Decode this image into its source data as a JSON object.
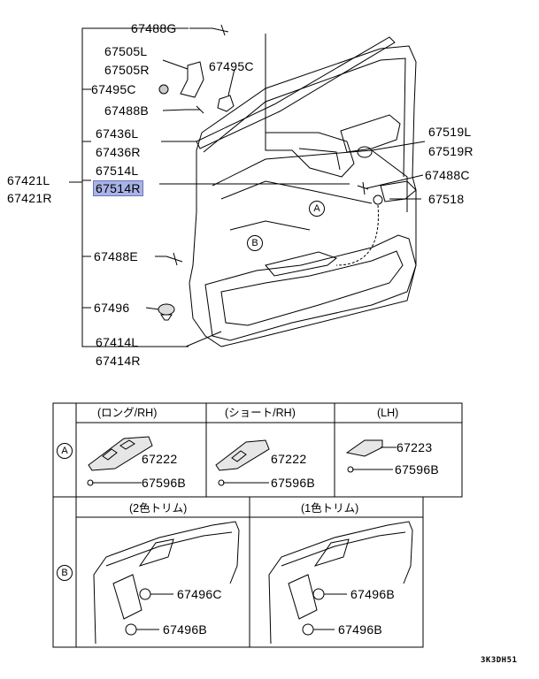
{
  "main": {
    "parent_part": [
      "67421L",
      "67421R"
    ],
    "labels": {
      "p67488G": "67488G",
      "p67505L": "67505L",
      "p67505R": "67505R",
      "p67495C": "67495C",
      "p67495C_b": "67495C",
      "p67488B": "67488B",
      "p67436L": "67436L",
      "p67436R": "67436R",
      "p67514L": "67514L",
      "p67514R": "67514R",
      "p67519L": "67519L",
      "p67519R": "67519R",
      "p67488C": "67488C",
      "p67518": "67518",
      "p67488E": "67488E",
      "p67496": "67496",
      "p67414L": "67414L",
      "p67414R": "67414R"
    },
    "callouts": {
      "a": "A",
      "b": "B"
    }
  },
  "table_a": {
    "row_marker": "A",
    "columns": [
      {
        "header": "(ロング/RH)",
        "part1": "67222",
        "part2": "67596B"
      },
      {
        "header": "(ショート/RH)",
        "part1": "67222",
        "part2": "67596B"
      },
      {
        "header": "(LH)",
        "part1": "67223",
        "part2": "67596B"
      }
    ]
  },
  "table_b": {
    "row_marker": "B",
    "columns": [
      {
        "header": "(2色トリム)",
        "part1": "67496C",
        "part2": "67496B"
      },
      {
        "header": "(1色トリム)",
        "part1": "67496B",
        "part2": "67496B"
      }
    ]
  },
  "diagram_code": "3K3DH51"
}
